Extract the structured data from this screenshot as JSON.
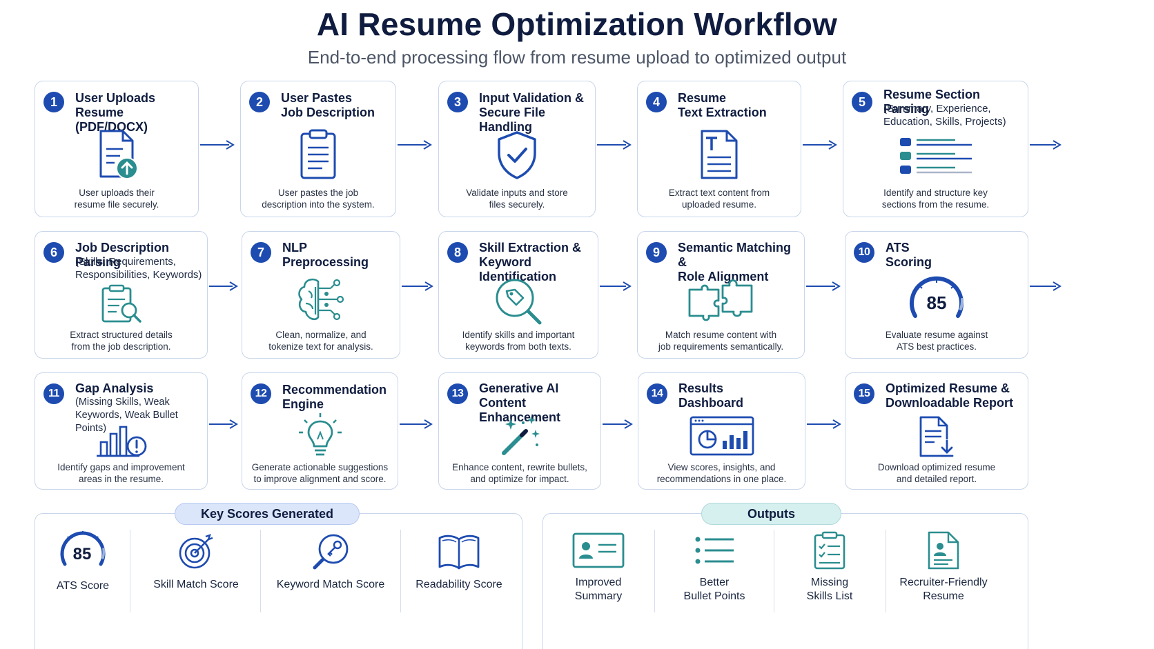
{
  "header": {
    "title": "AI Resume Optimization Workflow",
    "subtitle": "End-to-end processing flow from resume upload to optimized output"
  },
  "steps": [
    {
      "num": "1",
      "title": [
        "User Uploads",
        "Resume (PDF/DOCX)"
      ],
      "sub": [],
      "desc": [
        "User uploads their",
        "resume file securely."
      ],
      "icon": "upload-document-icon"
    },
    {
      "num": "2",
      "title": [
        "User Pastes",
        "Job Description"
      ],
      "sub": [],
      "desc": [
        "User pastes the job",
        "description into the system."
      ],
      "icon": "clipboard-icon"
    },
    {
      "num": "3",
      "title": [
        "Input Validation &",
        "Secure File Handling"
      ],
      "sub": [],
      "desc": [
        "Validate inputs and store",
        "files securely."
      ],
      "icon": "shield-check-icon"
    },
    {
      "num": "4",
      "title": [
        "Resume",
        "Text Extraction"
      ],
      "sub": [],
      "desc": [
        "Extract text content from",
        "uploaded resume."
      ],
      "icon": "text-document-icon"
    },
    {
      "num": "5",
      "title": [
        "Resume Section Parsing"
      ],
      "sub": [
        "(Summary, Experience,",
        "Education, Skills, Projects)"
      ],
      "desc": [
        "Identify and structure key",
        "sections from the resume."
      ],
      "icon": "sections-list-icon"
    },
    {
      "num": "6",
      "title": [
        "Job Description Parsing"
      ],
      "sub": [
        "(Skills, Requirements,",
        "Responsibilities, Keywords)"
      ],
      "desc": [
        "Extract structured details",
        "from the job description."
      ],
      "icon": "clipboard-search-icon"
    },
    {
      "num": "7",
      "title": [
        "NLP",
        "Preprocessing"
      ],
      "sub": [],
      "desc": [
        "Clean, normalize, and",
        "tokenize text for analysis."
      ],
      "icon": "brain-circuit-icon"
    },
    {
      "num": "8",
      "title": [
        "Skill Extraction &",
        "Keyword Identification"
      ],
      "sub": [],
      "desc": [
        "Identify skills and important",
        "keywords from both texts."
      ],
      "icon": "tag-search-icon"
    },
    {
      "num": "9",
      "title": [
        "Semantic Matching &",
        "Role Alignment"
      ],
      "sub": [],
      "desc": [
        "Match resume content with",
        "job requirements semantically."
      ],
      "icon": "puzzle-icon"
    },
    {
      "num": "10",
      "title": [
        "ATS",
        "Scoring"
      ],
      "sub": [],
      "desc": [
        "Evaluate resume against",
        "ATS best practices."
      ],
      "icon": "gauge-icon",
      "gauge": "85"
    },
    {
      "num": "11",
      "title": [
        "Gap Analysis"
      ],
      "sub": [
        "(Missing Skills, Weak",
        "Keywords, Weak Bullet Points)"
      ],
      "desc": [
        "Identify gaps and improvement",
        "areas in the resume."
      ],
      "icon": "bar-chart-alert-icon"
    },
    {
      "num": "12",
      "title": [
        "Recommendation",
        "Engine"
      ],
      "sub": [],
      "desc": [
        "Generate actionable suggestions",
        "to improve alignment and score."
      ],
      "icon": "lightbulb-icon"
    },
    {
      "num": "13",
      "title": [
        "Generative AI Content",
        "Enhancement"
      ],
      "sub": [],
      "desc": [
        "Enhance content, rewrite bullets,",
        "and optimize for impact."
      ],
      "icon": "magic-wand-icon"
    },
    {
      "num": "14",
      "title": [
        "Results",
        "Dashboard"
      ],
      "sub": [],
      "desc": [
        "View scores, insights, and",
        "recommendations in one place."
      ],
      "icon": "dashboard-icon"
    },
    {
      "num": "15",
      "title": [
        "Optimized Resume &",
        "Downloadable Report"
      ],
      "sub": [],
      "desc": [
        "Download optimized resume",
        "and detailed report."
      ],
      "icon": "download-document-icon"
    }
  ],
  "scores": {
    "heading": "Key Scores Generated",
    "gauge_value": "85",
    "items": [
      {
        "label": [
          "ATS Score"
        ],
        "icon": "gauge-icon"
      },
      {
        "label": [
          "Skill Match Score"
        ],
        "icon": "target-icon"
      },
      {
        "label": [
          "Keyword Match Score"
        ],
        "icon": "key-search-icon"
      },
      {
        "label": [
          "Readability Score"
        ],
        "icon": "book-icon"
      }
    ]
  },
  "outputs": {
    "heading": "Outputs",
    "items": [
      {
        "label": [
          "Improved",
          "Summary"
        ],
        "icon": "profile-card-icon"
      },
      {
        "label": [
          "Better",
          "Bullet Points"
        ],
        "icon": "bullet-list-icon"
      },
      {
        "label": [
          "Missing",
          "Skills List"
        ],
        "icon": "checklist-icon"
      },
      {
        "label": [
          "Recruiter-Friendly",
          "Resume"
        ],
        "icon": "resume-icon"
      }
    ]
  },
  "colors": {
    "primary": "#1d4bb0",
    "teal": "#2a8d8f",
    "navy": "#0f1c3f",
    "border": "#c8d5ea"
  }
}
